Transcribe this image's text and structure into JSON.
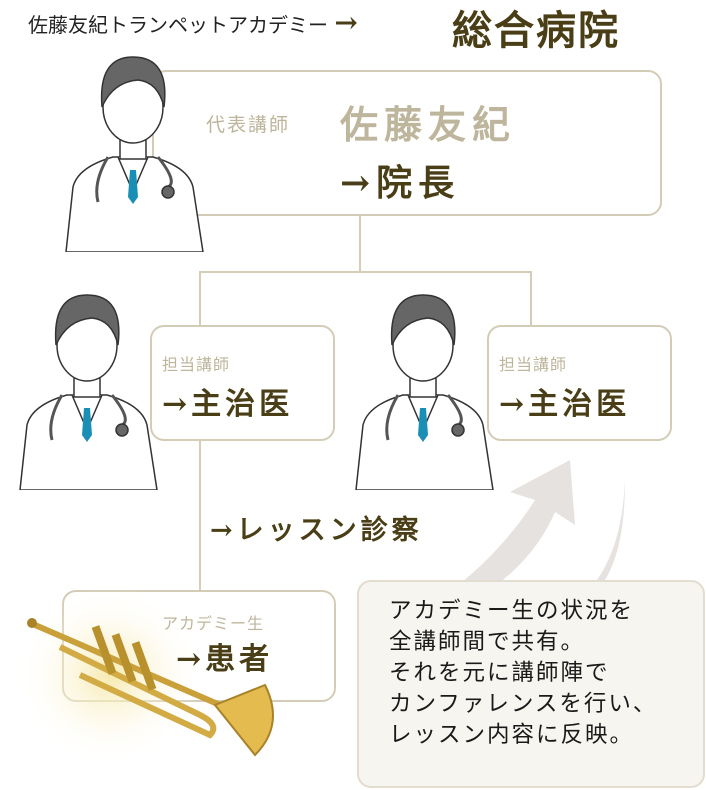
{
  "header": {
    "academy": "佐藤友紀トランペットアカデミー",
    "arrow": "→",
    "hospital": "総合病院"
  },
  "director": {
    "role_label": "代表講師",
    "name": "佐藤友紀",
    "title": "→院長"
  },
  "instructors": [
    {
      "role_label": "担当講師",
      "title": "→主治医"
    },
    {
      "role_label": "担当講師",
      "title": "→主治医"
    }
  ],
  "lesson": {
    "label": "→レッスン診察"
  },
  "student": {
    "role_label": "アカデミー生",
    "title": "→患者"
  },
  "note": {
    "lines": [
      "アカデミー生の状況を",
      "全講師間で共有。",
      "それを元に講師陣で",
      "カンファレンスを行い、",
      "レッスン内容に反映。"
    ]
  },
  "colors": {
    "accent": "#4a3e17",
    "label": "#bdb59c",
    "border": "#d3ccb6",
    "note_bg": "#f7f5f0",
    "tie": "#1a8fb5"
  },
  "icons": [
    "doctor-illustration",
    "trumpet-image",
    "curved-arrow"
  ]
}
